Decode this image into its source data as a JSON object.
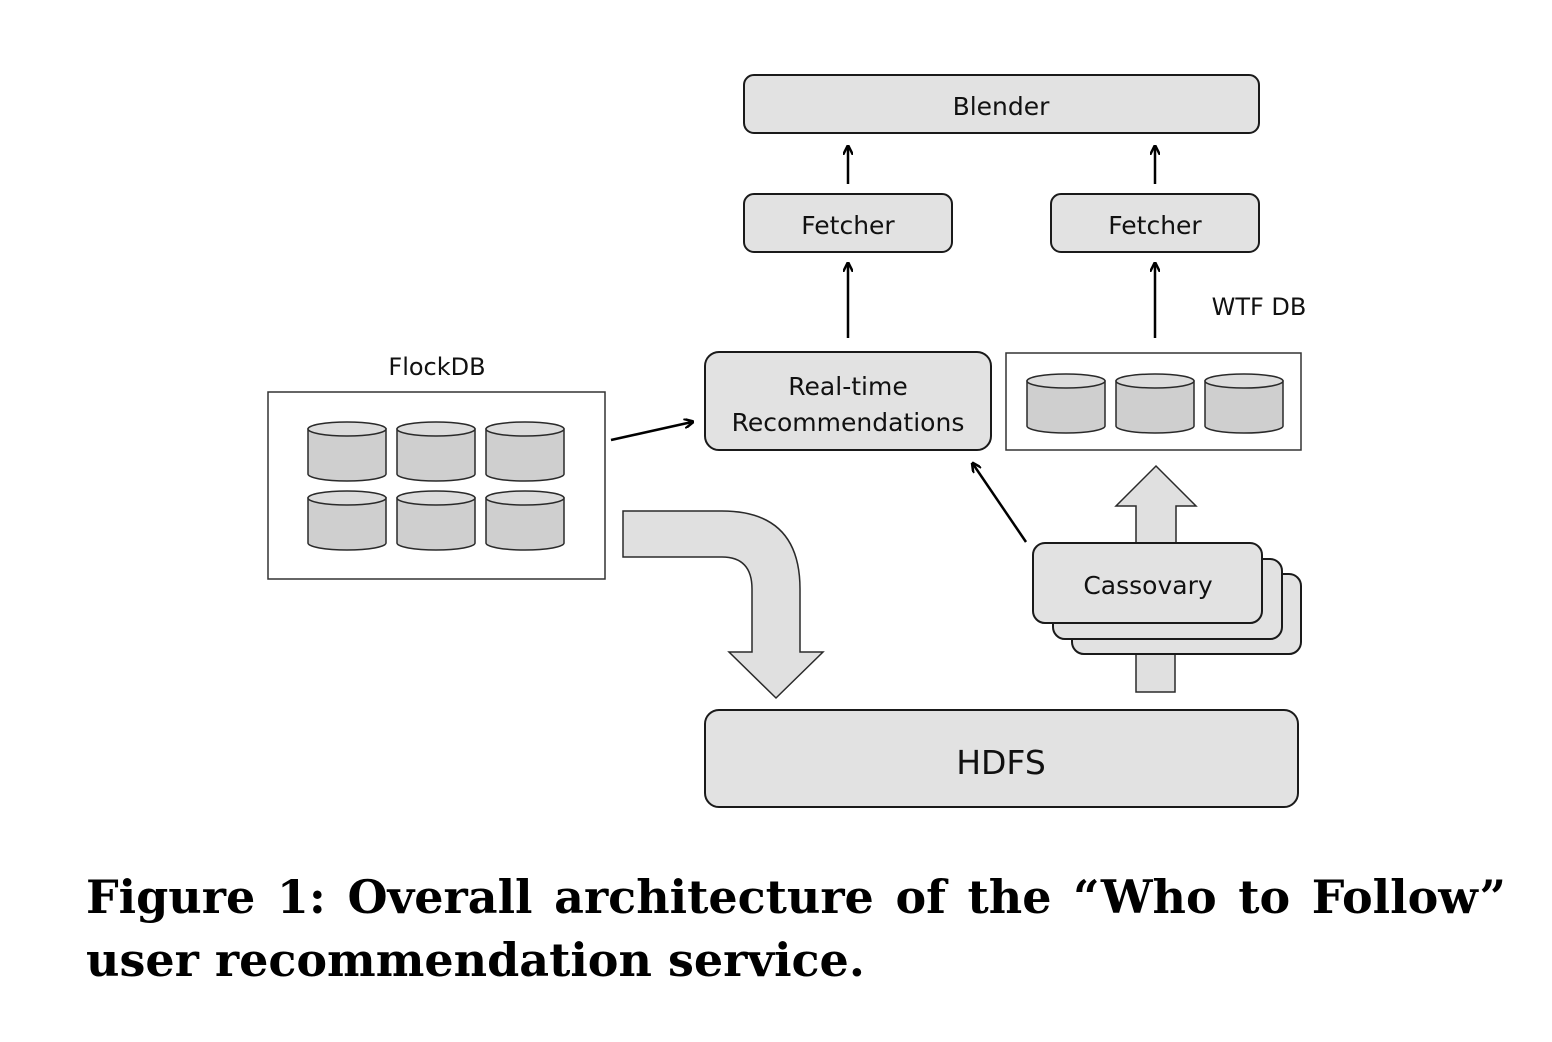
{
  "diagram": {
    "nodes": {
      "blender": "Blender",
      "fetcher_left": "Fetcher",
      "fetcher_right": "Fetcher",
      "realtime_line1": "Real-time",
      "realtime_line2": "Recommendations",
      "wtfdb_label": "WTF DB",
      "flockdb_label": "FlockDB",
      "cassovary": "Cassovary",
      "hdfs": "HDFS"
    },
    "edges": [
      {
        "from": "fetcher_left",
        "to": "blender"
      },
      {
        "from": "fetcher_right",
        "to": "blender"
      },
      {
        "from": "realtime",
        "to": "fetcher_left"
      },
      {
        "from": "wtfdb",
        "to": "fetcher_right"
      },
      {
        "from": "flockdb",
        "to": "realtime"
      },
      {
        "from": "cassovary",
        "to": "realtime"
      },
      {
        "from": "flockdb",
        "to": "hdfs"
      },
      {
        "from": "hdfs",
        "to": "cassovary"
      },
      {
        "from": "cassovary",
        "to": "wtfdb"
      }
    ]
  },
  "caption": {
    "text": "Figure 1: Overall architecture of the “Who to Follow” user recommendation service."
  }
}
